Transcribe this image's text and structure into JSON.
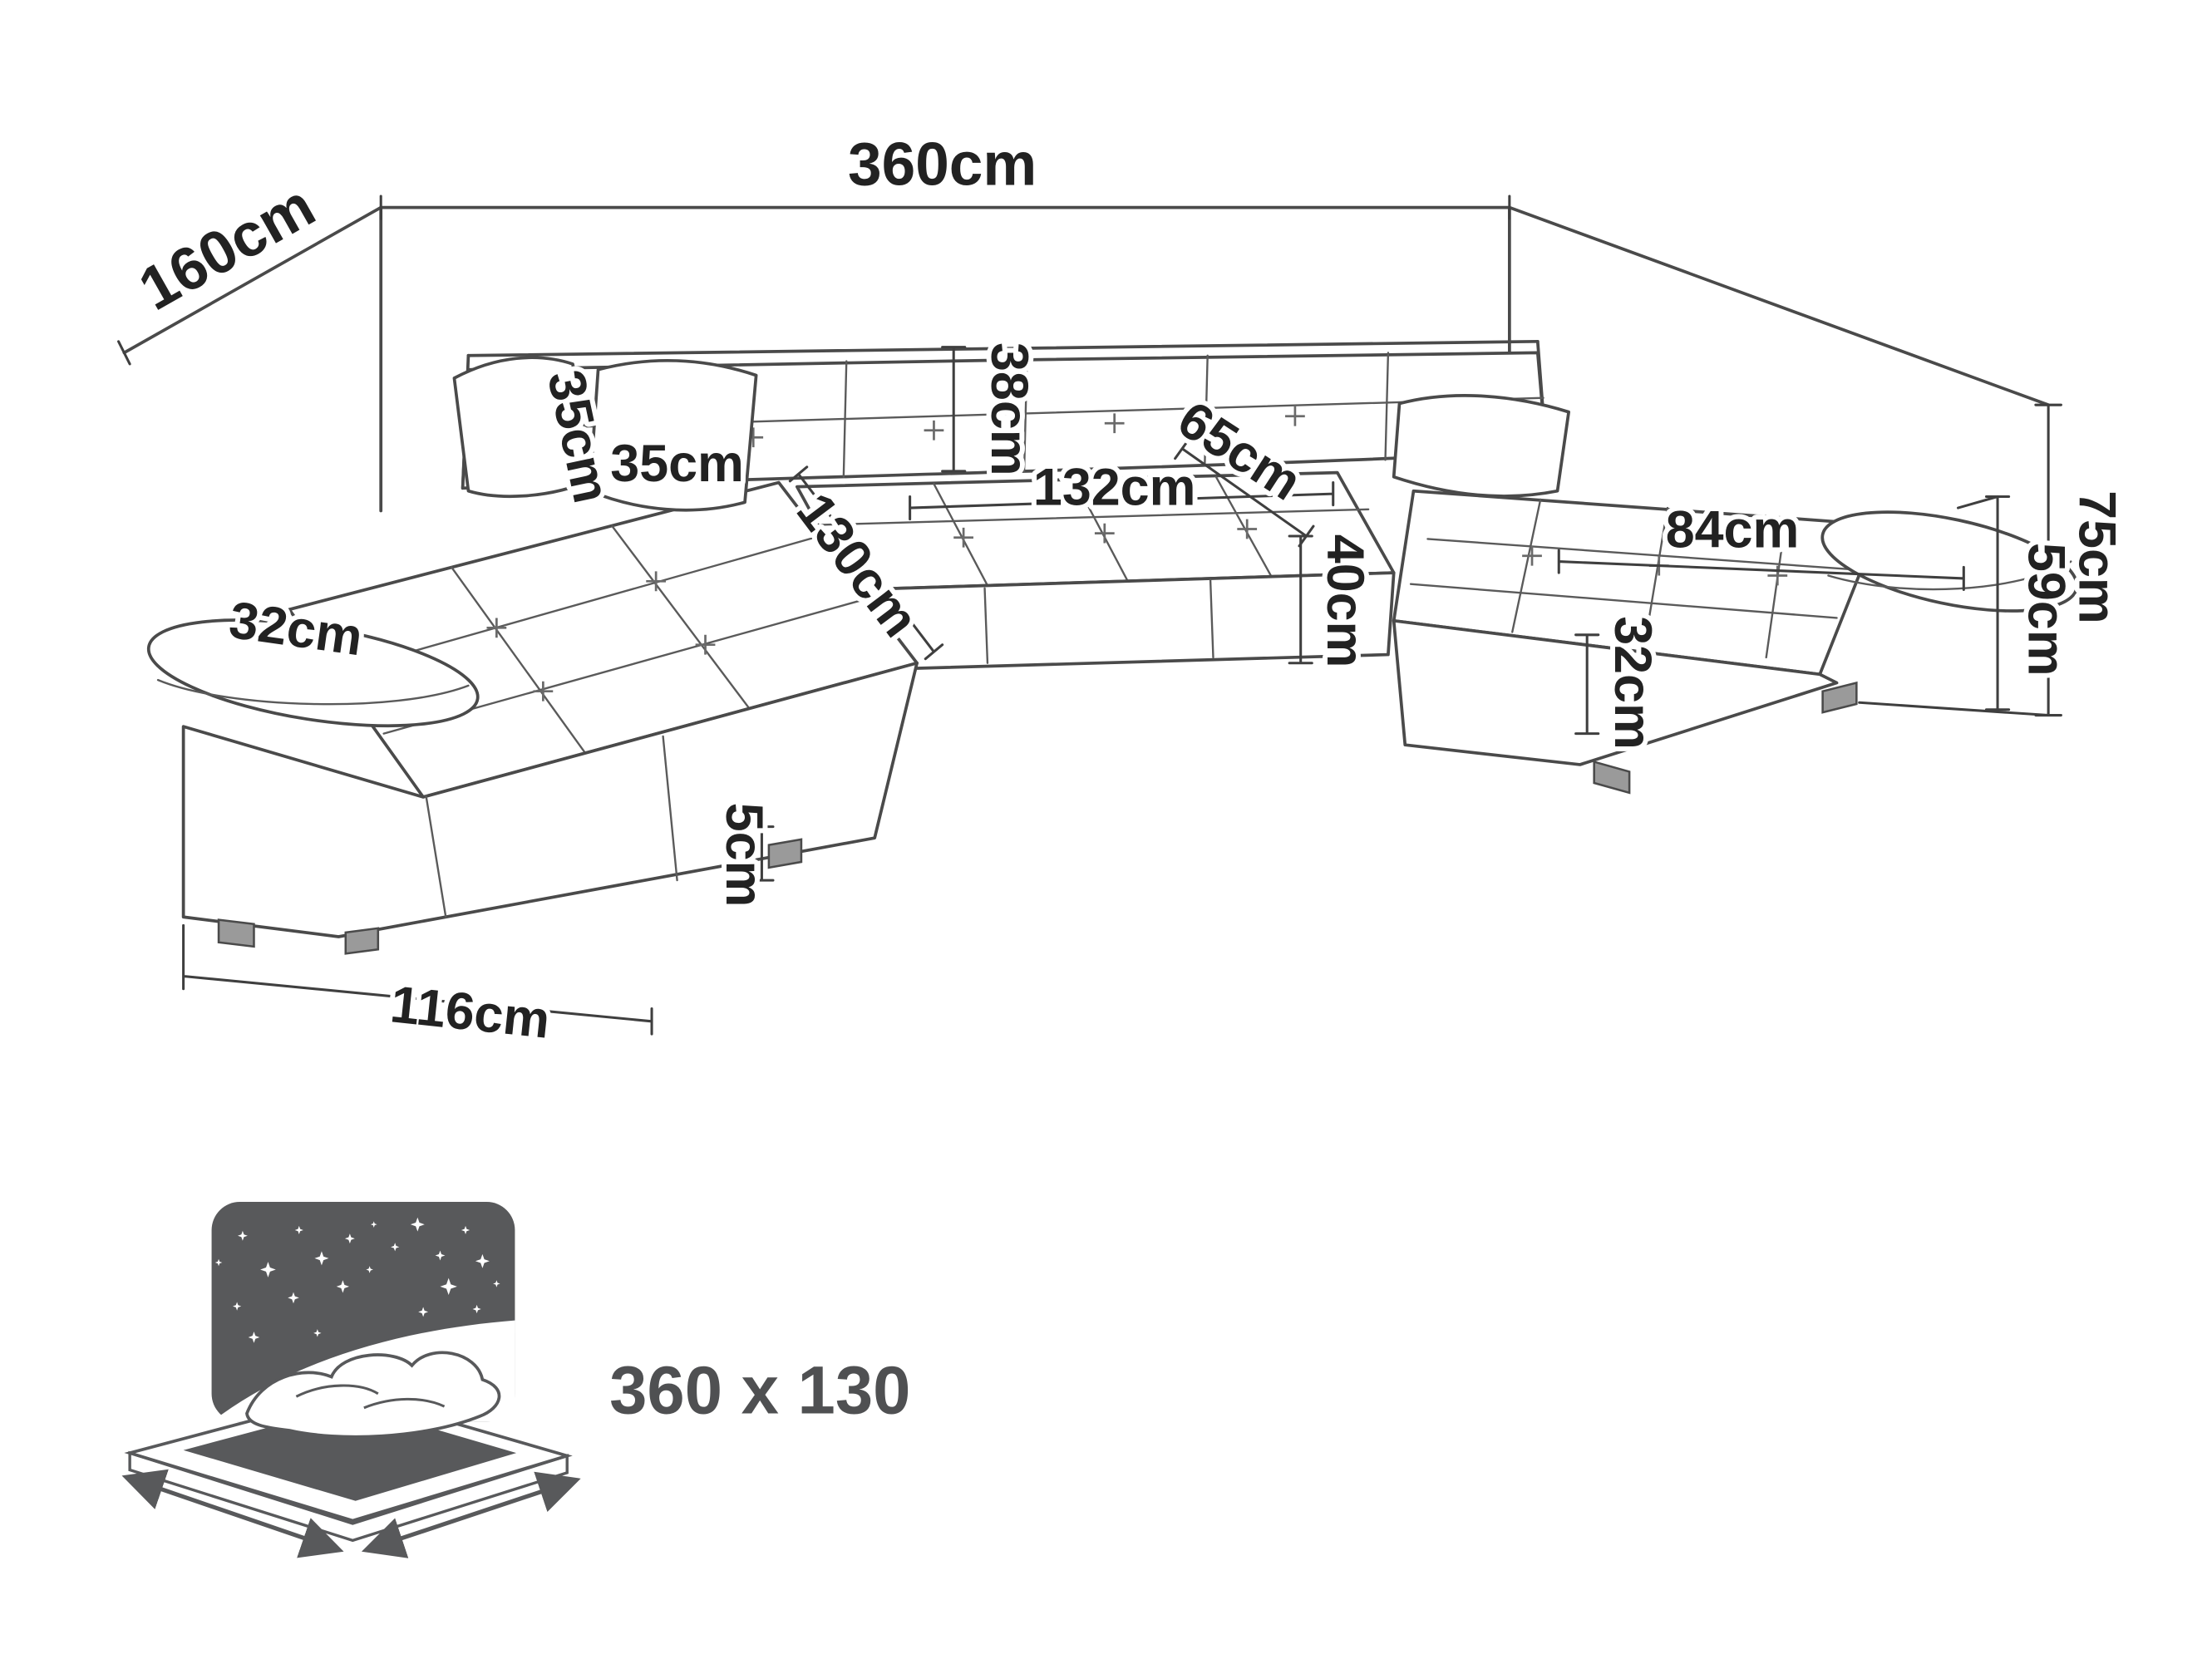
{
  "dims": {
    "total_width": "360cm",
    "total_depth": "160cm",
    "back_height": "75cm",
    "arm_height": "59cm",
    "backrest_height": "38cm",
    "pillow_a": "35cm",
    "pillow_b": "35cm",
    "middle_seat_width": "132cm",
    "middle_seat_depth": "65cm",
    "seat_height": "40cm",
    "right_seat_width": "84cm",
    "left_arm_width": "32cm",
    "right_arm_width": "32cm",
    "chaise_length": "130cm",
    "leg_height": "5cm",
    "chaise_front_width": "116cm"
  },
  "sleeping_area": {
    "icon": "bed-with-starry-headboard-icon",
    "label": "360 x 130"
  }
}
